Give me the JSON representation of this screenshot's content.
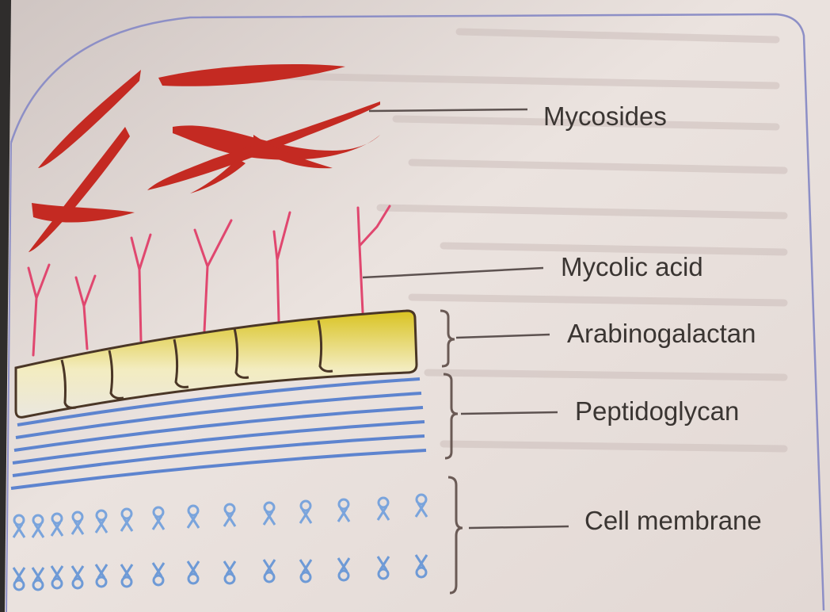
{
  "labels": {
    "mycosides": "Mycosides",
    "mycolic_acid": "Mycolic acid",
    "arabinogalactan": "Arabinogalactan",
    "peptidoglycan": "Peptidoglycan",
    "cell_membrane": "Cell membrane"
  },
  "colors": {
    "paper": "#e6ddd9",
    "page_border": "#8d8fc6",
    "mycoside_red": "#c42a22",
    "mycolic_pink": "#e0476f",
    "arabinogalactan_yellow": "#e3cf32",
    "arabinogalactan_outline": "#4a3626",
    "peptidoglycan_blue": "#5d84cf",
    "membrane_blue": "#7aa4dc",
    "leader_line": "#5d5250",
    "bracket": "#6a5a55"
  }
}
